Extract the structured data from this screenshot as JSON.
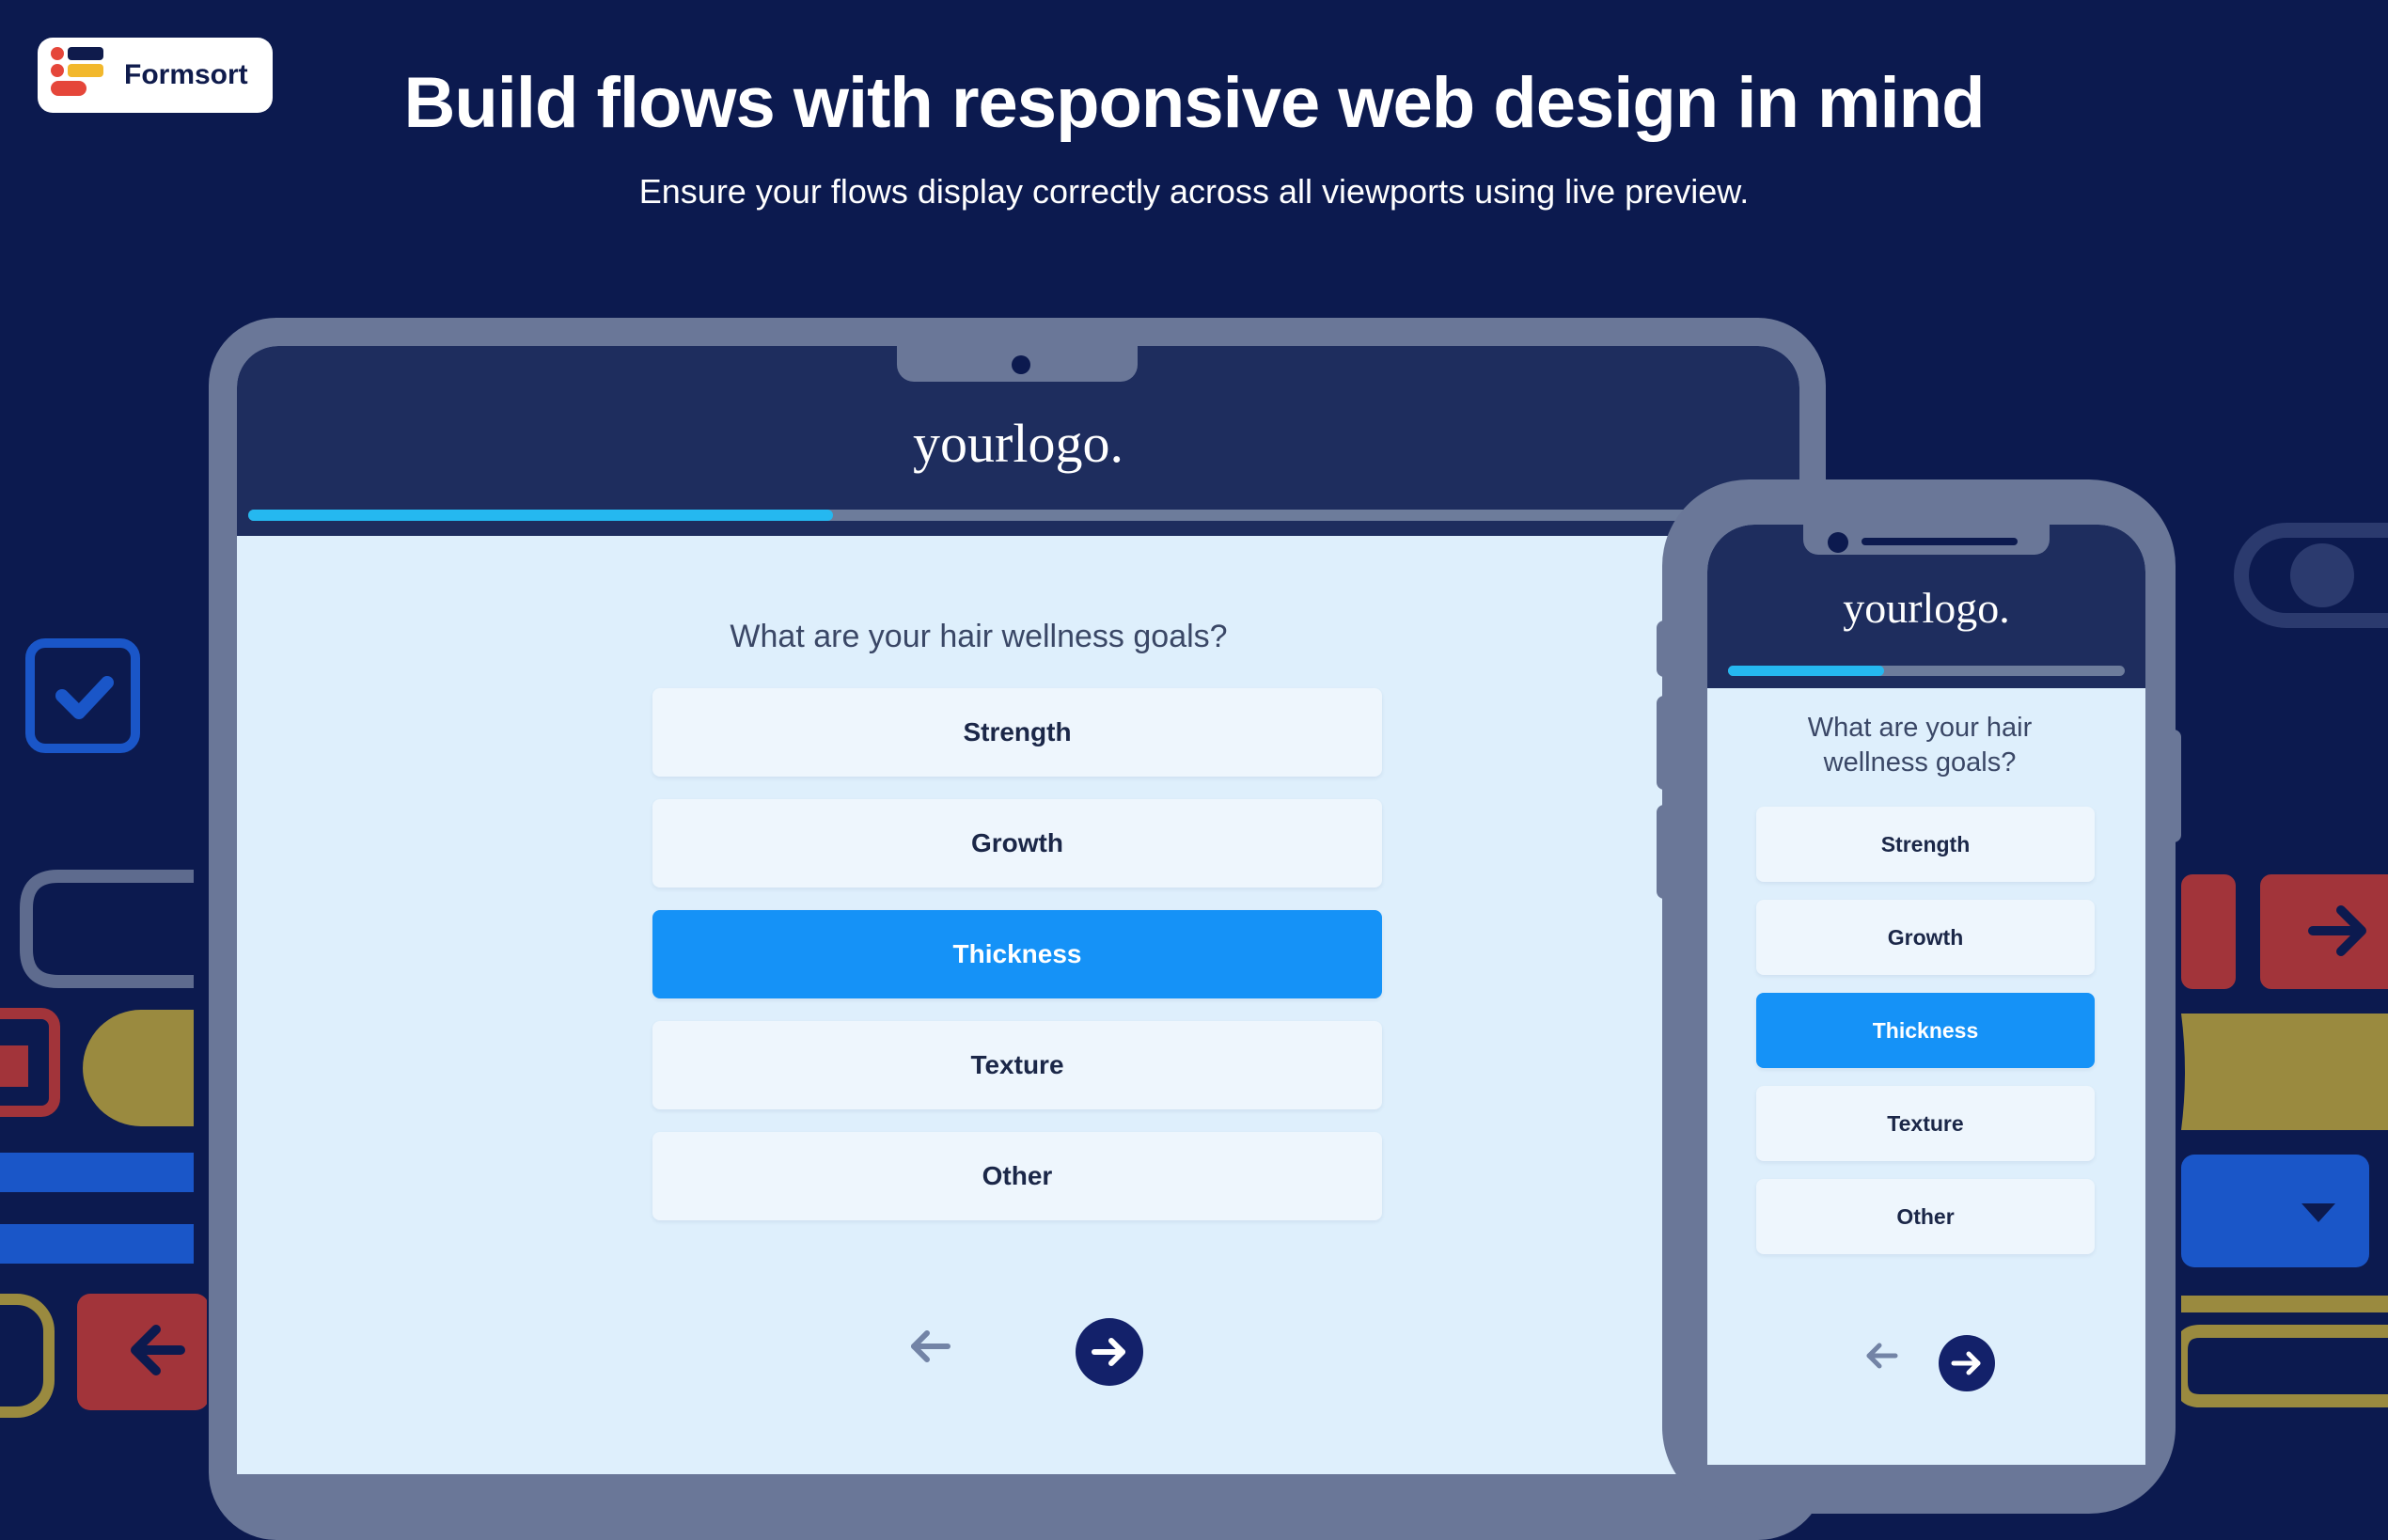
{
  "brand": {
    "name": "Formsort"
  },
  "headline": "Build flows with responsive web design in mind",
  "subheadline": "Ensure your flows display correctly across all viewports using live preview.",
  "colors": {
    "background": "#0c1a4f",
    "device_frame": "#6a7798",
    "form_header": "#1e2d5e",
    "form_body": "#deeffc",
    "progress": "#25b8f0",
    "selected": "#1592f7",
    "next_button": "#13216a"
  },
  "tablet": {
    "logo": "yourlogo.",
    "progress": 0.4,
    "question": "What are your hair wellness goals?",
    "options": [
      {
        "label": "Strength",
        "selected": false
      },
      {
        "label": "Growth",
        "selected": false
      },
      {
        "label": "Thickness",
        "selected": true
      },
      {
        "label": "Texture",
        "selected": false
      },
      {
        "label": "Other",
        "selected": false
      }
    ],
    "back_icon": "arrow-left-icon",
    "next_icon": "arrow-right-icon"
  },
  "phone": {
    "logo": "yourlogo.",
    "progress": 0.4,
    "question": "What are your hair wellness goals?",
    "options": [
      {
        "label": "Strength",
        "selected": false
      },
      {
        "label": "Growth",
        "selected": false
      },
      {
        "label": "Thickness",
        "selected": true
      },
      {
        "label": "Texture",
        "selected": false
      },
      {
        "label": "Other",
        "selected": false
      }
    ],
    "back_icon": "arrow-left-icon",
    "next_icon": "arrow-right-icon"
  },
  "decorations": [
    "checkbox-icon",
    "toggle-icon",
    "arrow-right-icon",
    "arrow-left-icon",
    "dropdown-caret-icon"
  ]
}
